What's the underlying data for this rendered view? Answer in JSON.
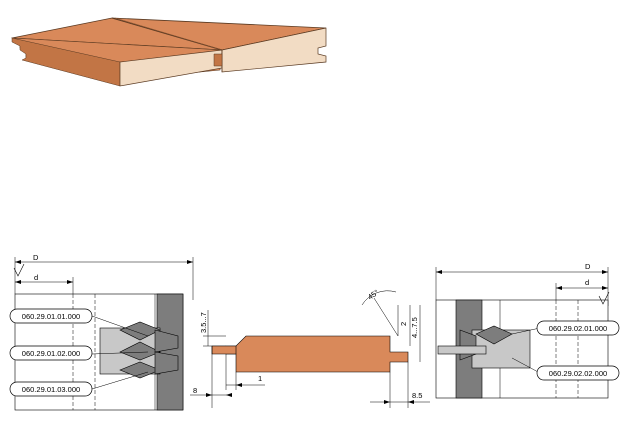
{
  "codes": {
    "left": [
      "060.29.01.01.000",
      "060.29.01.02.000",
      "060.29.01.03.000"
    ],
    "right": [
      "060.29.02.01.000",
      "060.29.02.02.000"
    ]
  },
  "dims": {
    "D": "D",
    "d": "d",
    "tongue_depth": "3.5...7",
    "left_offset": "8",
    "left_gap": "1",
    "chamfer_angle": "45°",
    "chamfer_depth": "2",
    "groove_depth": "4...7.5",
    "right_offset": "8.5"
  },
  "colors": {
    "wood": "#D9895A",
    "wood_light": "#F2DCC4",
    "steel_dark": "#7D7D7D",
    "steel_light": "#C8C8C8"
  },
  "icons": {
    "roughness_left": "roughness-symbol",
    "roughness_right": "roughness-symbol"
  }
}
